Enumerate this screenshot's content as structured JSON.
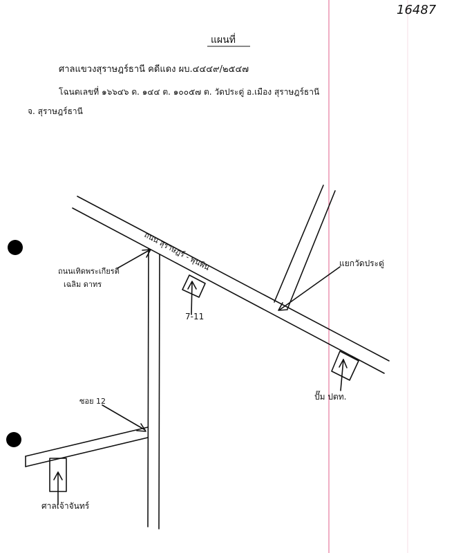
{
  "page": {
    "doc_number": "16487",
    "title": "แผนที่",
    "court_line": "ศาลแขวงสุราษฎร์ธานี      คดีแดง ผบ.๔๔๔๙/๒๕๔๗",
    "deed_line": "โฉนดเลขที่ ๑๖๖๔๖  ด. ๑๔๔  ต. ๑๐๐๕๗  ต. วัดประดู่ อ.เมือง สุราษฎร์ธานี",
    "province_line": "จ. สุราษฎร์ธานี"
  },
  "map": {
    "main_road_label": "ถนน สุราษฎร์ - พุนพิน",
    "side_road_label_1": "ถนนเทิดพระเกียรติ",
    "side_road_label_2": "เฉลิม ดาทร",
    "store_label": "7-11",
    "junction_label": "แยกวัดประดู่",
    "station_label": "ปั๊ม ปตท.",
    "alley_label": "ซอย 12",
    "shrine_label": "ศาลเจ้าจันทร์"
  },
  "colors": {
    "ink": "#111111",
    "margin_line": "#e05c8a",
    "paper": "#ffffff"
  }
}
